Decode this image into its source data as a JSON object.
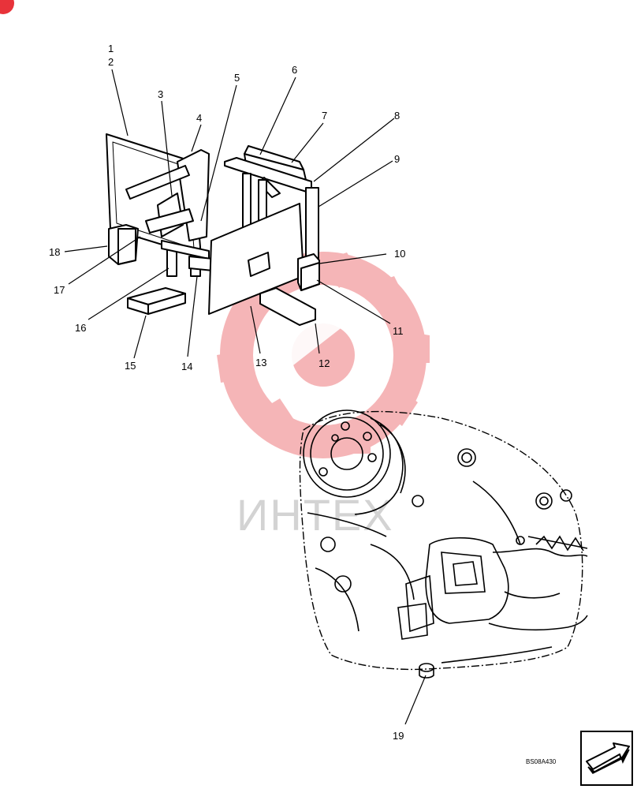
{
  "callouts": [
    "1",
    "2",
    "3",
    "4",
    "5",
    "6",
    "7",
    "8",
    "9",
    "10",
    "11",
    "12",
    "13",
    "14",
    "15",
    "16",
    "17",
    "18",
    "19"
  ],
  "drawing_ref": "BS08A430",
  "watermark": {
    "text": "ИНТЕХ",
    "color": "#e8333a"
  },
  "colors": {
    "line": "#000000",
    "watermark_gear": "#f4a9ab",
    "watermark_text": "#d3d3d3"
  },
  "icons": {
    "next_page": "arrow-next-icon",
    "corner_badge": "corner-badge-icon"
  }
}
